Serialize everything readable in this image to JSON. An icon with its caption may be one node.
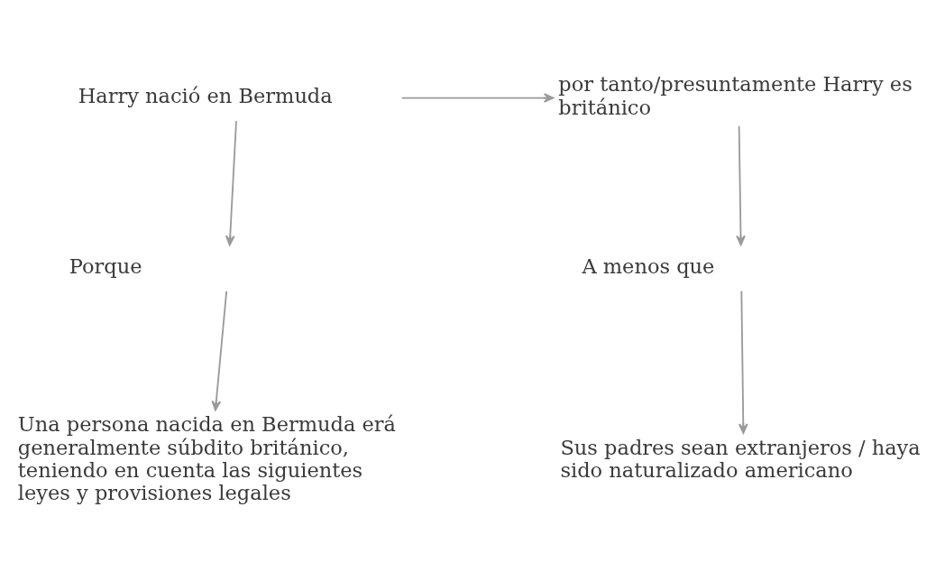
{
  "diagram": {
    "nodes": [
      {
        "text": [
          "Harry nació en Bermuda"
        ]
      },
      {
        "text": [
          "por tanto/presuntamente Harry es británico"
        ]
      },
      {
        "text": [
          "Porque"
        ]
      },
      {
        "text": [
          "A menos que"
        ]
      },
      {
        "text": [
          "Una persona nacida en Bermuda erá generalmente súbdito británico, teniendo en cuenta las siguientes leyes y provisiones legales"
        ]
      },
      {
        "text": [
          "Sus padres sean extranjeros / haya sido naturalizado americano"
        ]
      }
    ],
    "edges": [
      {
        "from": 0,
        "to": 1,
        "arrow": "to"
      },
      {
        "from": 0,
        "to": 2,
        "arrow": "to"
      },
      {
        "from": 1,
        "to": 3,
        "arrow": "to"
      },
      {
        "from": 2,
        "to": 4,
        "arrow": "to"
      },
      {
        "from": 3,
        "to": 5,
        "arrow": "to"
      }
    ]
  }
}
